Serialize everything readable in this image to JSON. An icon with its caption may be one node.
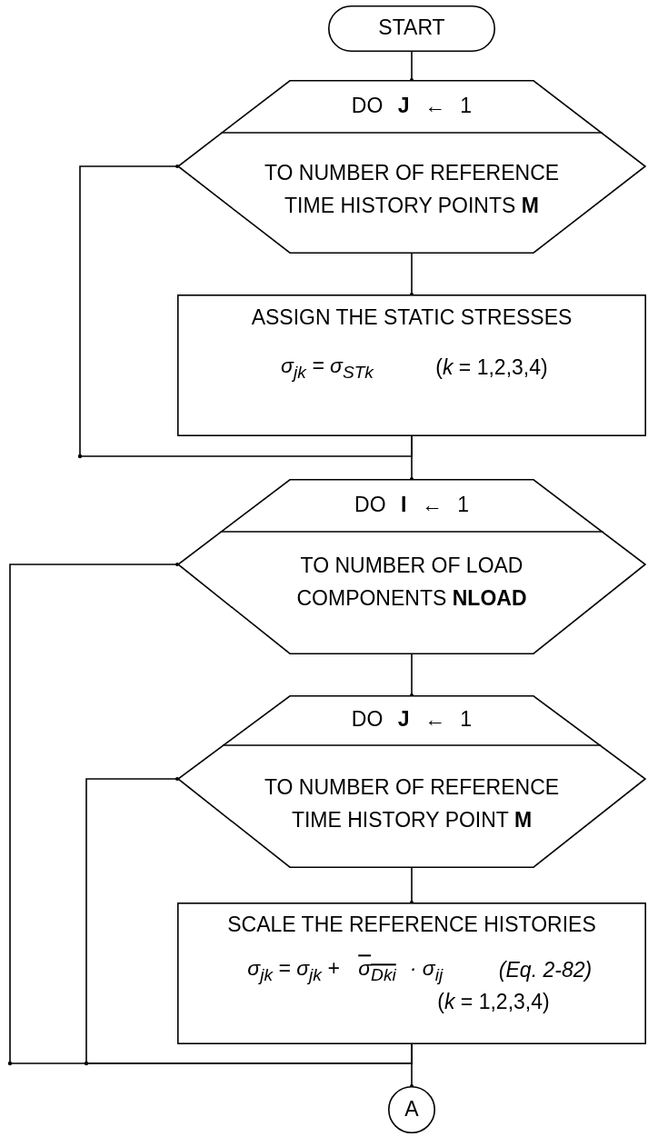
{
  "diagram": {
    "nodes": [
      {
        "text": [
          "START"
        ]
      },
      {
        "text": [
          "DO **J** ← 1",
          "TO NUMBER OF REFERENCE TIME HISTORY POINTS **M**"
        ]
      },
      {
        "text": [
          "ASSIGN THE STATIC STRESSES",
          "σ$_{jk}$ = σ$_{STk}$",
          "(*k* = 1,2,3,4)"
        ]
      },
      {
        "text": [
          "DO **I** ← 1",
          "TO NUMBER OF LOAD COMPONENTS **NLOAD**"
        ]
      },
      {
        "text": [
          "DO **J** ← 1",
          "TO NUMBER OF REFERENCE TIME HISTORY POINT **M**"
        ]
      },
      {
        "text": [
          "SCALE THE REFERENCE HISTORIES",
          "σ$_{jk}$ = σ$_{jk}$ +",
          "σ$_{Dki}$",
          "· σ$_{ij}$",
          "(Eq. 2-82)",
          "(*k* = 1,2,3,4)"
        ]
      },
      {
        "text": [
          "A"
        ]
      }
    ],
    "edges": [
      {
        "from": 0,
        "to": 1,
        "arrow": "other"
      },
      {
        "from": 1,
        "to": 2,
        "arrow": "other"
      },
      {
        "from": 2,
        "to": 3,
        "arrow": "other"
      },
      {
        "from": 2,
        "to": 1,
        "arrow": "other"
      },
      {
        "from": 3,
        "to": 4,
        "arrow": "other"
      },
      {
        "from": 4,
        "to": 5,
        "arrow": "other"
      },
      {
        "from": 5,
        "to": 6,
        "arrow": "other"
      },
      {
        "from": 5,
        "to": 4,
        "arrow": "other"
      },
      {
        "from": 5,
        "to": 3,
        "arrow": "other"
      }
    ]
  }
}
